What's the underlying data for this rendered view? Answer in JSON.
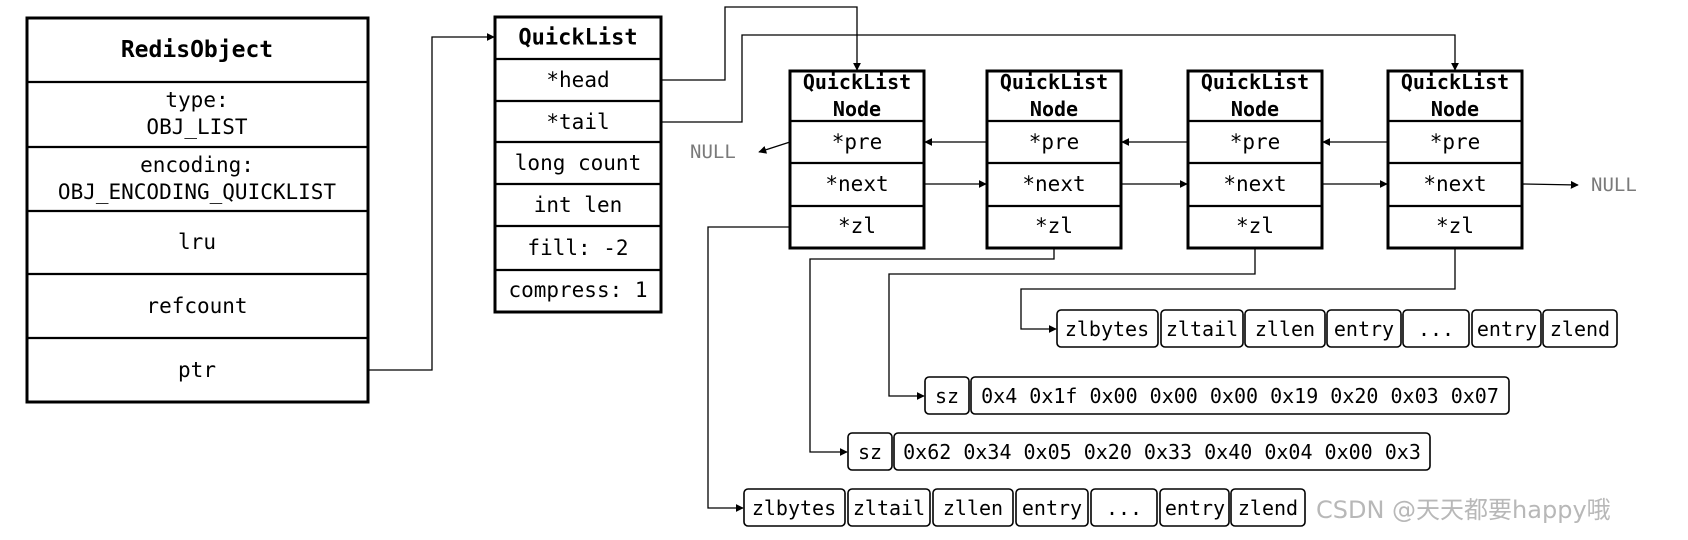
{
  "redis_object": {
    "title": "RedisObject",
    "type_label": "type:",
    "type_value": "OBJ_LIST",
    "encoding_label": "encoding:",
    "encoding_value": "OBJ_ENCODING_QUICKLIST",
    "lru": "lru",
    "refcount": "refcount",
    "ptr": "ptr"
  },
  "quicklist": {
    "title": "QuickList",
    "head": "*head",
    "tail": "*tail",
    "count": "long count",
    "len": "int len",
    "fill": "fill: -2",
    "compress": "compress: 1"
  },
  "nodes": [
    {
      "title1": "QuickList",
      "title2": "Node",
      "pre": "*pre",
      "next": "*next",
      "zl": "*zl"
    },
    {
      "title1": "QuickList",
      "title2": "Node",
      "pre": "*pre",
      "next": "*next",
      "zl": "*zl"
    },
    {
      "title1": "QuickList",
      "title2": "Node",
      "pre": "*pre",
      "next": "*next",
      "zl": "*zl"
    },
    {
      "title1": "QuickList",
      "title2": "Node",
      "pre": "*pre",
      "next": "*next",
      "zl": "*zl"
    }
  ],
  "null_left": "NULL",
  "null_right": "NULL",
  "ziplist_top": [
    "zlbytes",
    "zltail",
    "zllen",
    "entry",
    "...",
    "entry",
    "zlend"
  ],
  "compressed_1": {
    "sz": "sz",
    "bytes": "0x4 0x1f 0x00 0x00 0x00 0x19 0x20 0x03 0x07"
  },
  "compressed_2": {
    "sz": "sz",
    "bytes": "0x62 0x34 0x05 0x20 0x33 0x40 0x04 0x00 0x3"
  },
  "ziplist_bottom": [
    "zlbytes",
    "zltail",
    "zllen",
    "entry",
    "...",
    "entry",
    "zlend"
  ],
  "watermark": "CSDN @天天都要happy哦"
}
